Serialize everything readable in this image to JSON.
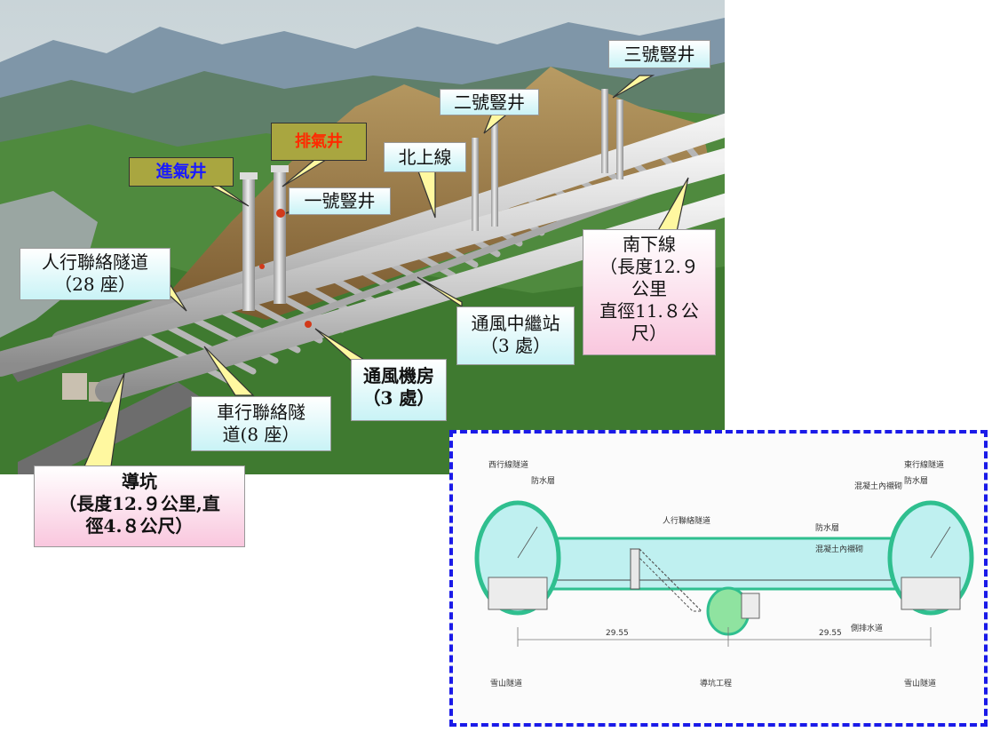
{
  "callouts": {
    "intake_shaft": "進氣井",
    "exhaust_shaft": "排氣井",
    "shaft_1": "一號豎井",
    "shaft_2": "二號豎井",
    "shaft_3": "三號豎井",
    "northbound": "北上線",
    "southbound": [
      "南下線",
      "（長度12.９",
      "公里",
      "直徑11.８公",
      "尺）"
    ],
    "pedestrian_passage": [
      "人行聯絡隧道",
      "（28 座）"
    ],
    "ventilation_relay": [
      "通風中繼站",
      "（3 處）"
    ],
    "ventilation_room": [
      "通風機房",
      "（3 處）"
    ],
    "vehicle_passage": [
      "車行聯絡隧",
      "道(8 座）"
    ],
    "pilot_tunnel": [
      "導坑",
      "（長度12.９公里,直",
      "徑4.８公尺）"
    ]
  },
  "colors": {
    "intake_text": "#1a1aff",
    "exhaust_text": "#ff2a00",
    "inset_border": "#1a1ae8",
    "tunnel_fill": "#bff0f0",
    "tunnel_stroke": "#2fbf8f",
    "pilot_fill": "#8fe3a0"
  },
  "inset": {
    "west_tunnel": "西行線隧道",
    "east_tunnel": "東行線隧道",
    "waterproof_w": "防水層",
    "waterproof_e": "防水層",
    "concrete_lining_e": "混凝土內襯砌",
    "pedestrian_tunnel": "人行聯絡隧道",
    "waterproof_mid": "防水層",
    "concrete_lining_mid": "混凝土內襯砌",
    "drain": "側排水道",
    "dim_left": "29.55",
    "dim_right": "29.55",
    "bottom_left": "雪山隧道",
    "bottom_mid": "導坑工程",
    "bottom_right": "雪山隧道"
  }
}
